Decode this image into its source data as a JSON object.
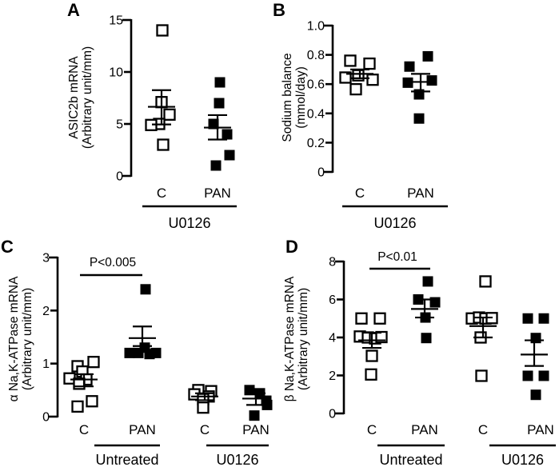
{
  "figure": {
    "background": "#ffffff",
    "ink": "#000000"
  },
  "chart_data": [
    {
      "panel": "A",
      "type": "scatter",
      "ylabel_lines": [
        "ASIC2b mRNA",
        "(Arbitrary unit/mm)"
      ],
      "ylim": [
        0,
        15
      ],
      "yticks": [
        {
          "v": 0,
          "label": "0"
        },
        {
          "v": 5,
          "label": "5"
        },
        {
          "v": 10,
          "label": "10"
        },
        {
          "v": 15,
          "label": "15"
        }
      ],
      "groups": [
        {
          "label": "C",
          "marker": "open",
          "x": 202,
          "mean": 6.65,
          "sem_high": 8.25,
          "sem_low": 4.95,
          "points": [
            {
              "dx": 1,
              "v": 14
            },
            {
              "dx": 0,
              "v": 7.1
            },
            {
              "dx": 10,
              "v": 5.9
            },
            {
              "dx": -3,
              "v": 5.0
            },
            {
              "dx": -13,
              "v": 4.9
            },
            {
              "dx": 2,
              "v": 3.0
            }
          ]
        },
        {
          "label": "PAN",
          "marker": "filled",
          "x": 272,
          "mean": 4.65,
          "sem_high": 5.85,
          "sem_low": 3.5,
          "points": [
            {
              "dx": 3,
              "v": 9
            },
            {
              "dx": 2,
              "v": 7
            },
            {
              "dx": -5,
              "v": 5
            },
            {
              "dx": 12,
              "v": 4
            },
            {
              "dx": 15,
              "v": 2
            },
            {
              "dx": -2,
              "v": 1
            }
          ]
        }
      ],
      "brackets": [
        {
          "x1": 178,
          "x2": 296,
          "label": "U0126"
        }
      ],
      "sig": null,
      "layout": {
        "letter": [
          84,
          20
        ],
        "ylabel_x": [
          97,
          114
        ],
        "ylabel_cy": 122,
        "axis_x": 164,
        "y_base": 220,
        "y_top": 25,
        "tick_label_x": 154,
        "group_label_y": 247,
        "bracket_line_y": 258,
        "bracket_label_y": 285
      }
    },
    {
      "panel": "B",
      "type": "scatter",
      "ylabel_lines": [
        "Sodium balance",
        "(mmol/day)"
      ],
      "ylim": [
        0,
        1.0
      ],
      "yticks": [
        {
          "v": 0,
          "label": "0"
        },
        {
          "v": 0.2,
          "label": "0.2"
        },
        {
          "v": 0.4,
          "label": "0.4"
        },
        {
          "v": 0.6,
          "label": "0.6"
        },
        {
          "v": 0.8,
          "label": "0.8"
        },
        {
          "v": 1.0,
          "label": "1.0"
        }
      ],
      "groups": [
        {
          "label": "C",
          "marker": "open",
          "x": 450,
          "mean": 0.67,
          "sem_high": 0.7,
          "sem_low": 0.64,
          "points": [
            {
              "dx": -12,
              "v": 0.76
            },
            {
              "dx": 12,
              "v": 0.74
            },
            {
              "dx": -18,
              "v": 0.645
            },
            {
              "dx": -2,
              "v": 0.66
            },
            {
              "dx": 16,
              "v": 0.63
            },
            {
              "dx": -5,
              "v": 0.565
            }
          ]
        },
        {
          "label": "PAN",
          "marker": "filled",
          "x": 526,
          "mean": 0.615,
          "sem_high": 0.67,
          "sem_low": 0.55,
          "points": [
            {
              "dx": 9,
              "v": 0.79
            },
            {
              "dx": -14,
              "v": 0.72
            },
            {
              "dx": 14,
              "v": 0.625
            },
            {
              "dx": -16,
              "v": 0.61
            },
            {
              "dx": -2,
              "v": 0.53
            },
            {
              "dx": -2,
              "v": 0.365
            }
          ]
        }
      ],
      "brackets": [
        {
          "x1": 428,
          "x2": 560,
          "label": "U0126"
        }
      ],
      "sig": null,
      "layout": {
        "letter": [
          341,
          20
        ],
        "ylabel_x": [
          364,
          381
        ],
        "ylabel_cy": 122,
        "axis_x": 416,
        "y_base": 215,
        "y_top": 32,
        "tick_label_x": 406,
        "group_label_y": 247,
        "bracket_line_y": 258,
        "bracket_label_y": 285
      }
    },
    {
      "panel": "C",
      "type": "scatter",
      "ylabel_lines": [
        "α Na,K-ATPase mRNA",
        "(Arbitrary unit/mm)"
      ],
      "ylim": [
        0,
        3
      ],
      "yticks": [
        {
          "v": 0,
          "label": "0"
        },
        {
          "v": 1,
          "label": "1"
        },
        {
          "v": 2,
          "label": "2"
        },
        {
          "v": 3,
          "label": "3"
        }
      ],
      "groups": [
        {
          "label": "C",
          "marker": "open",
          "x": 105,
          "mean": 0.7,
          "sem_high": 0.8,
          "sem_low": 0.57,
          "points": [
            {
              "dx": 12,
              "v": 1.03
            },
            {
              "dx": -8,
              "v": 0.95
            },
            {
              "dx": -2,
              "v": 0.85
            },
            {
              "dx": -18,
              "v": 0.72
            },
            {
              "dx": 3,
              "v": 0.7
            },
            {
              "dx": -6,
              "v": 0.62
            },
            {
              "dx": 10,
              "v": 0.29
            },
            {
              "dx": -8,
              "v": 0.19
            }
          ]
        },
        {
          "label": "PAN",
          "marker": "filled",
          "x": 178,
          "mean": 1.48,
          "sem_high": 1.7,
          "sem_low": 1.33,
          "points": [
            {
              "dx": 4,
              "v": 2.4
            },
            {
              "dx": -16,
              "v": 1.2
            },
            {
              "dx": -5,
              "v": 1.2
            },
            {
              "dx": 3,
              "v": 1.3
            },
            {
              "dx": 9,
              "v": 1.18
            },
            {
              "dx": 17,
              "v": 1.2
            }
          ]
        },
        {
          "label": "C",
          "marker": "open",
          "x": 256,
          "mean": 0.38,
          "sem_high": 0.44,
          "sem_low": 0.31,
          "points": [
            {
              "dx": -8,
              "v": 0.5
            },
            {
              "dx": 8,
              "v": 0.48
            },
            {
              "dx": -13,
              "v": 0.42
            },
            {
              "dx": 5,
              "v": 0.38
            },
            {
              "dx": -2,
              "v": 0.33
            },
            {
              "dx": -2,
              "v": 0.17
            }
          ]
        },
        {
          "label": "PAN",
          "marker": "filled",
          "x": 320,
          "mean": 0.34,
          "sem_high": 0.44,
          "sem_low": 0.22,
          "points": [
            {
              "dx": -8,
              "v": 0.5
            },
            {
              "dx": 5,
              "v": 0.44
            },
            {
              "dx": 13,
              "v": 0.3
            },
            {
              "dx": 14,
              "v": 0.22
            },
            {
              "dx": -2,
              "v": 0.02
            }
          ]
        }
      ],
      "brackets": [
        {
          "x1": 118,
          "x2": 200,
          "label": "Untreated"
        },
        {
          "x1": 258,
          "x2": 336,
          "label": "U0126"
        }
      ],
      "sig": {
        "text": "P<0.005",
        "cx": 141,
        "text_y": 333,
        "line_y": 344,
        "x1": 100,
        "x2": 178
      },
      "layout": {
        "letter": [
          1,
          316
        ],
        "ylabel_x": [
          22,
          39
        ],
        "ylabel_cy": 424,
        "axis_x": 72,
        "y_base": 521,
        "y_top": 322,
        "tick_label_x": 62,
        "group_label_y": 543,
        "bracket_line_y": 557,
        "bracket_label_y": 581
      }
    },
    {
      "panel": "D",
      "type": "scatter",
      "ylabel_lines": [
        "β Na,K-ATPase mRNA",
        "(Arbitrary unit/mm)"
      ],
      "ylim": [
        0,
        8
      ],
      "yticks": [
        {
          "v": 0,
          "label": "0"
        },
        {
          "v": 2,
          "label": "2"
        },
        {
          "v": 4,
          "label": "4"
        },
        {
          "v": 6,
          "label": "6"
        },
        {
          "v": 8,
          "label": "8"
        }
      ],
      "groups": [
        {
          "label": "C",
          "marker": "open",
          "x": 465,
          "mean": 3.85,
          "sem_high": 4.25,
          "sem_low": 3.45,
          "points": [
            {
              "dx": -13,
              "v": 5
            },
            {
              "dx": 10,
              "v": 5
            },
            {
              "dx": -15,
              "v": 4.05
            },
            {
              "dx": -5,
              "v": 4
            },
            {
              "dx": 4,
              "v": 3.95
            },
            {
              "dx": 12,
              "v": 4.02
            },
            {
              "dx": 0,
              "v": 3.03
            },
            {
              "dx": -1,
              "v": 2.05
            }
          ]
        },
        {
          "label": "PAN",
          "marker": "filled",
          "x": 531,
          "mean": 5.5,
          "sem_high": 6.0,
          "sem_low": 5.05,
          "points": [
            {
              "dx": 4,
              "v": 6.95
            },
            {
              "dx": -8,
              "v": 6
            },
            {
              "dx": 13,
              "v": 5.85
            },
            {
              "dx": 1,
              "v": 5.05
            },
            {
              "dx": 2,
              "v": 3.97
            }
          ]
        },
        {
          "label": "C",
          "marker": "open",
          "x": 604,
          "mean": 4.6,
          "sem_high": 5.05,
          "sem_low": 4.0,
          "points": [
            {
              "dx": 3,
              "v": 6.95
            },
            {
              "dx": -14,
              "v": 5
            },
            {
              "dx": -5,
              "v": 5.05
            },
            {
              "dx": 3,
              "v": 5
            },
            {
              "dx": 11,
              "v": 5.02
            },
            {
              "dx": -3,
              "v": 4.0
            },
            {
              "dx": -2,
              "v": 1.98
            }
          ]
        },
        {
          "label": "PAN",
          "marker": "filled",
          "x": 668,
          "label_x": 676,
          "mean": 3.1,
          "sem_high": 3.85,
          "sem_low": 2.5,
          "points": [
            {
              "dx": -8,
              "v": 5
            },
            {
              "dx": 12,
              "v": 5
            },
            {
              "dx": 2,
              "v": 3.97
            },
            {
              "dx": -8,
              "v": 1.98
            },
            {
              "dx": 12,
              "v": 1.98
            },
            {
              "dx": 2,
              "v": 0.98
            }
          ]
        }
      ],
      "brackets": [
        {
          "x1": 472,
          "x2": 556,
          "label": "Untreated"
        },
        {
          "x1": 612,
          "x2": 695,
          "label": "U0126"
        }
      ],
      "sig": {
        "text": "P<0.01",
        "cx": 497,
        "text_y": 326,
        "line_y": 336,
        "x1": 462,
        "x2": 538
      },
      "layout": {
        "letter": [
          357,
          316
        ],
        "ylabel_x": [
          367,
          384
        ],
        "ylabel_cy": 424,
        "axis_x": 430,
        "y_base": 517,
        "y_top": 327,
        "tick_label_x": 420,
        "group_label_y": 543,
        "bracket_line_y": 557,
        "bracket_label_y": 581
      }
    }
  ]
}
